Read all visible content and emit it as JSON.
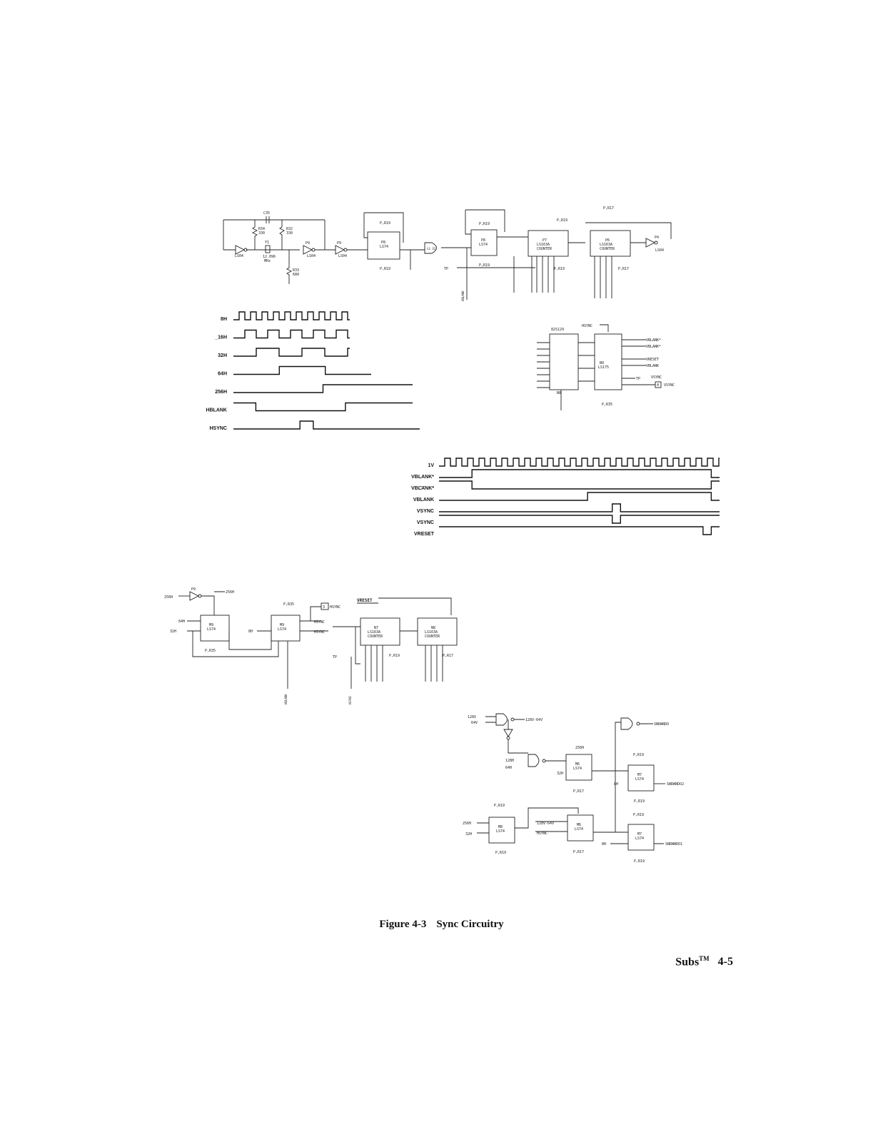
{
  "caption": {
    "figure_number": "Figure 4-3",
    "title": "Sync Circuitry"
  },
  "footer": {
    "product": "Subs",
    "trademark": "TM",
    "page": "4-5"
  },
  "h_timing": {
    "signals": [
      {
        "label": "8H",
        "kind": "clock",
        "period": 16
      },
      {
        "label": "_16H",
        "kind": "clock",
        "period": 32
      },
      {
        "label": "32H",
        "kind": "clock",
        "period": 64
      },
      {
        "label": "64H",
        "kind": "levels",
        "pattern": [
          0,
          0,
          1,
          1,
          0,
          0
        ]
      },
      {
        "label": "256H",
        "kind": "levels",
        "pattern": [
          0,
          0,
          0,
          0,
          1,
          1,
          1,
          1
        ]
      },
      {
        "label": "HBLANK",
        "kind": "levels",
        "pattern": [
          1,
          0,
          0,
          0,
          0,
          1,
          1,
          1
        ]
      },
      {
        "label": "HSYNC",
        "kind": "levels",
        "pattern": [
          0,
          0,
          0,
          0,
          0,
          1,
          0,
          0,
          0,
          0,
          0,
          0,
          0,
          0
        ]
      }
    ]
  },
  "v_timing": {
    "signals": [
      {
        "label": "1V",
        "overline": false,
        "kind": "clock",
        "period": 16
      },
      {
        "label": "VBLANK*",
        "overline": false,
        "kind": "levels",
        "pattern": [
          0,
          0,
          0,
          0,
          1,
          1,
          1,
          1,
          1,
          1,
          1,
          1,
          1,
          1,
          1,
          1,
          1,
          1,
          1,
          1,
          1,
          1,
          1,
          1,
          1,
          1,
          1,
          1,
          1,
          1,
          1,
          1,
          1,
          0
        ]
      },
      {
        "label": "VBLANK*",
        "overline": true,
        "kind": "levels",
        "pattern": [
          1,
          1,
          1,
          1,
          0,
          0,
          0,
          0,
          0,
          0,
          0,
          0,
          0,
          0,
          0,
          0,
          0,
          0,
          0,
          0,
          0,
          0,
          0,
          0,
          0,
          0,
          0,
          0,
          0,
          0,
          0,
          0,
          0,
          1
        ]
      },
      {
        "label": "VBLANK",
        "overline": false,
        "kind": "levels",
        "pattern": [
          0,
          0,
          0,
          0,
          0,
          0,
          0,
          0,
          0,
          0,
          0,
          0,
          0,
          0,
          0,
          0,
          0,
          0,
          1,
          1,
          1,
          1,
          1,
          1,
          1,
          1,
          1,
          1,
          1,
          1,
          1,
          1,
          1,
          0
        ]
      },
      {
        "label": "VSYNC",
        "overline": false,
        "kind": "levels",
        "pattern": [
          0,
          0,
          0,
          0,
          0,
          0,
          0,
          0,
          0,
          0,
          0,
          0,
          0,
          0,
          0,
          0,
          0,
          0,
          0,
          0,
          0,
          1,
          0,
          0,
          0,
          0,
          0,
          0,
          0,
          0,
          0,
          0,
          0,
          0
        ]
      },
      {
        "label": "VSYNC",
        "overline": true,
        "kind": "levels",
        "pattern": [
          1,
          1,
          1,
          1,
          1,
          1,
          1,
          1,
          1,
          1,
          1,
          1,
          1,
          1,
          1,
          1,
          1,
          1,
          1,
          1,
          1,
          0,
          1,
          1,
          1,
          1,
          1,
          1,
          1,
          1,
          1,
          1,
          1,
          1
        ]
      },
      {
        "label": "VRESET",
        "overline": true,
        "kind": "levels",
        "pattern": [
          1,
          1,
          1,
          1,
          1,
          1,
          1,
          1,
          1,
          1,
          1,
          1,
          1,
          1,
          1,
          1,
          1,
          1,
          1,
          1,
          1,
          1,
          1,
          1,
          1,
          1,
          1,
          1,
          1,
          1,
          1,
          1,
          0,
          1
        ]
      }
    ]
  },
  "schematic_labels": {
    "c35": "C35",
    "r34": "R34",
    "r34v": "330",
    "r32": "R32",
    "r32v": "330",
    "y1": "Y1",
    "y1v": "12.096",
    "y1u": "MHz",
    "r33": "R33",
    "r33v": "680",
    "p9": "P9",
    "ls04": "LS04",
    "p8": "P8",
    "ls74": "LS74",
    "pr19": "P,R19",
    "p7": "P7",
    "p6": "P6",
    "ls163a": "LS163A",
    "counter": "COUNTER",
    "pr17": "P,R17",
    "ls32": "LS 32",
    "tp": "TP",
    "p4": "P4",
    "n9": "N9",
    "n8": "N8",
    "n7": "N7",
    "m9": "M9",
    "m8": "M8",
    "m7": "M7",
    "m6": "M6",
    "prom": "82S129",
    "ls175": "LS175",
    "pr35": "P,R35",
    "prom_id": "N8",
    "hsync": "HSYNC",
    "vblank_star": "VBLANK*",
    "vblank": "VBLANK",
    "vreset": "VRESET",
    "vsync": "VSYNC",
    "sh256": "256H",
    "sh256n": "256H",
    "sh32": "32H",
    "sh8": "8H",
    "hblank": "HBLANK",
    "v128": "128V",
    "v64": "64V",
    "v128_64": "128V-64V",
    "v128n": "128V",
    "g64h": "64H",
    "g128h": "128H",
    "snr4": "SNRWNDO",
    "snr2": "SNRWNDO2",
    "snr1": "SNRWNDO1",
    "b4": "4",
    "b3": "3"
  }
}
